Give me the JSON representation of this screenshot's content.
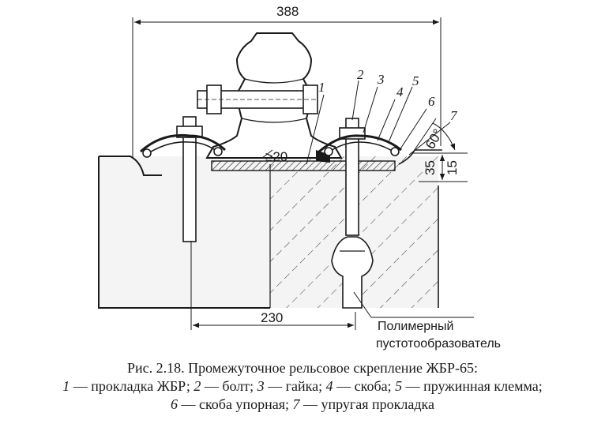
{
  "diagram": {
    "dimensions": {
      "top_width": "388",
      "bottom_width": "230",
      "angle_left": "≥20",
      "height_35": "35",
      "height_15": "15",
      "angle_60": "60°"
    },
    "part_numbers": [
      "1",
      "2",
      "3",
      "4",
      "5",
      "6",
      "7"
    ],
    "label_void_former": [
      "Полимерный",
      "пустотообразователь"
    ]
  },
  "caption": {
    "title": "Рис. 2.18. Промежуточное рельсовое скрепление ЖБР-65:",
    "items": [
      {
        "n": "1",
        "text": " — прокладка ЖБР; "
      },
      {
        "n": "2",
        "text": " — болт; "
      },
      {
        "n": "3",
        "text": " — гайка; "
      },
      {
        "n": "4",
        "text": " — скоба; "
      },
      {
        "n": "5",
        "text": " — пружинная клемма;"
      },
      {
        "n": "6",
        "text": " — скоба упорная; "
      },
      {
        "n": "7",
        "text": " — упругая прокладка"
      }
    ]
  },
  "colors": {
    "ink": "#1a1a1a",
    "paper": "#ffffff",
    "hatch_fill": "#f4f4f4"
  }
}
